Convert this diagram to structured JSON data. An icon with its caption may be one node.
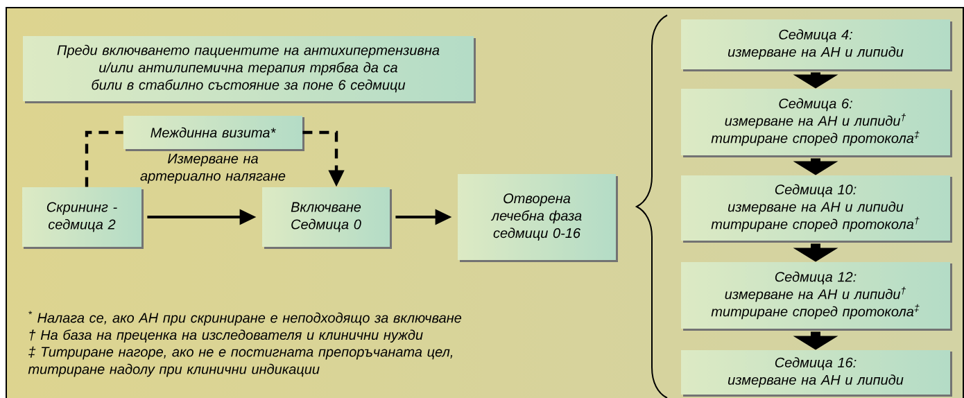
{
  "diagram": {
    "nodes": [
      {
        "text": [
          "Преди включването пациентите на антихипертензивна и/или антилипемична терапия трябва да са били в стабилно състояние за поне 6 седмици"
        ]
      },
      {
        "text": [
          "Междинна визита*"
        ],
        "beside": [
          "Измерване на артериално налягане"
        ]
      },
      {
        "text": [
          "Скрининг - седмица 2"
        ]
      },
      {
        "text": [
          "Включване Седмица 0"
        ]
      },
      {
        "text": [
          "Отворена лечебна фаза",
          "седмици 0-16"
        ]
      },
      {
        "text": [
          "Седмица 4:",
          "измерване на АН и липиди"
        ]
      },
      {
        "text": [
          "Седмица 6:",
          "измерване на АН и липиди$^{†}$",
          "титриране според протокола$^{‡}$"
        ]
      },
      {
        "text": [
          "Седмица 10:",
          "измерване на АН и липиди",
          "титриране според протокола$^{†}$"
        ]
      },
      {
        "text": [
          "Седмица 12:",
          "измерване на АН и липиди$^{†}$",
          "титриране според протокола$^{‡}$"
        ]
      },
      {
        "text": [
          "Седмица 16:",
          "измерване на АН и липиди"
        ]
      }
    ],
    "edges": [
      {
        "from": 2,
        "to": 1,
        "arrow": "none",
        "style": "dashed"
      },
      {
        "from": 1,
        "to": 3,
        "arrow": "to",
        "style": "dashed"
      },
      {
        "from": 2,
        "to": 3,
        "arrow": "to"
      },
      {
        "from": 3,
        "to": 4,
        "arrow": "to"
      },
      {
        "from": 5,
        "to": 6,
        "arrow": "to",
        "style": "thick"
      },
      {
        "from": 6,
        "to": 7,
        "arrow": "to",
        "style": "thick"
      },
      {
        "from": 7,
        "to": 8,
        "arrow": "to",
        "style": "thick"
      },
      {
        "from": 8,
        "to": 9,
        "arrow": "to",
        "style": "thick"
      }
    ],
    "labels": [
      "$^{*}$ Налага се, ако АН при скриниране е неподходящо за включване",
      "† На база на преценка на изследователя и клинични нужди",
      "‡ Титриране нагоре, ако не е постигната препоръчаната цел, титриране надолу при клинични индикации"
    ]
  }
}
